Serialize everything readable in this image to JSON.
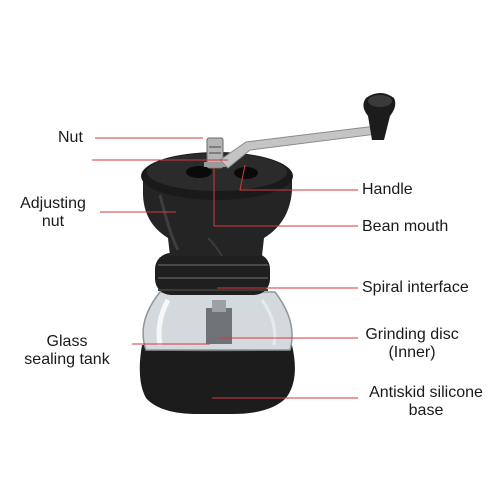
{
  "labels": {
    "nut": "Nut",
    "adjusting_nut": [
      "Adjusting",
      "nut"
    ],
    "glass_tank": [
      "Glass",
      "sealing tank"
    ],
    "handle": "Handle",
    "bean_mouth": "Bean mouth",
    "spiral_interface": "Spiral interface",
    "grinding_disc": [
      "Grinding disc",
      "(Inner)"
    ],
    "antiskid_base": [
      "Antiskid silicone",
      "base"
    ]
  },
  "colors": {
    "leader": "#d63a3a",
    "body": "#1e1e1e",
    "steel": "#a9a9a9",
    "glass": "#cfd5d8"
  },
  "icons": [
    "coffee-grinder-icon"
  ]
}
